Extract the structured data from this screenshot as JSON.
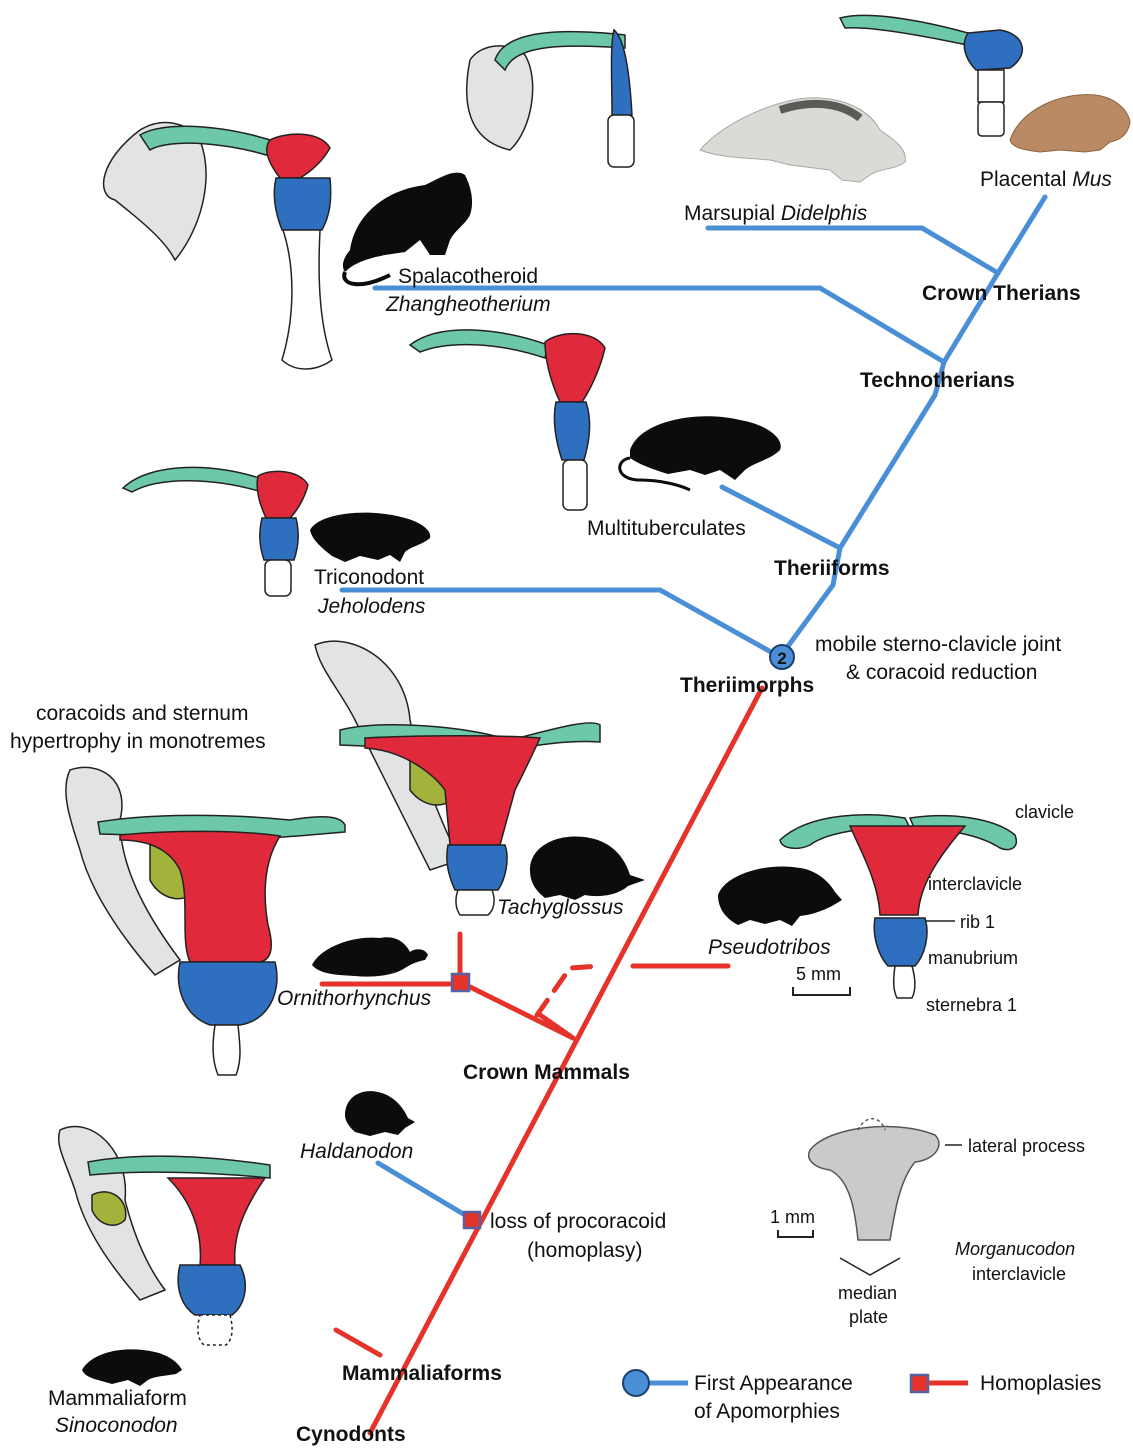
{
  "colors": {
    "first_appearance": "#4a8fd6",
    "homoplasy": "#e5332a",
    "clavicle": "#6cc8a6",
    "interclavicle": "#e0293a",
    "sternum": "#2f6fc0",
    "coracoid": "#e2e4e3",
    "procoracoid": "#a3b23a",
    "silhouette": "#0c0c0c"
  },
  "taxa": {
    "placental": "Placental",
    "mus": "Mus",
    "marsupial": "Marsupial",
    "didelphis": "Didelphis",
    "spalacotheroid": "Spalacotheroid",
    "zhangheotherium": "Zhangheotherium",
    "multituberculates": "Multituberculates",
    "triconodont": "Triconodont",
    "jeholodens": "Jeholodens",
    "tachyglossus": "Tachyglossus",
    "ornithorhynchus": "Ornithorhynchus",
    "pseudotribos": "Pseudotribos",
    "haldanodon": "Haldanodon",
    "mammaliaform": "Mammaliaform",
    "sinoconodon": "Sinoconodon"
  },
  "nodes": {
    "crown_therians": "Crown Therians",
    "technotherians": "Technotherians",
    "theriiforms": "Theriiforms",
    "theriimorphs": "Theriimorphs",
    "crown_mammals": "Crown Mammals",
    "mammaliaforms": "Mammaliaforms",
    "cynodonts": "Cynodonts"
  },
  "annotations": {
    "node_number": "2",
    "mobile_1": "mobile sterno-clavicle joint",
    "mobile_2": "&  coracoid reduction",
    "mono_1": "coracoids and sternum",
    "mono_2": "hypertrophy in monotremes",
    "loss_1": "loss of procoracoid",
    "loss_2": "(homoplasy)"
  },
  "anatomy": {
    "clavicle": "clavicle",
    "interclavicle": "interclavicle",
    "rib1": "rib 1",
    "manubrium": "manubrium",
    "sternebra": "sternebra 1",
    "scale_5": "5 mm",
    "scale_1": "1 mm",
    "lateral": "lateral process",
    "median_1": "median",
    "median_2": "plate",
    "morg": "Morganucodon",
    "morg_ic": "interclavicle"
  },
  "legend": {
    "first_1": "First Appearance",
    "first_2": "of Apomorphies",
    "homoplasies": "Homoplasies"
  }
}
